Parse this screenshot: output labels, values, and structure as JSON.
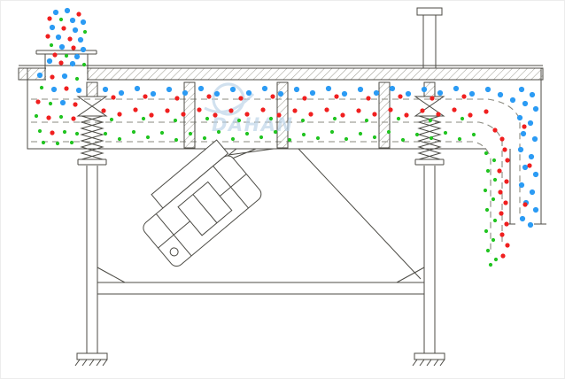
{
  "diagram": {
    "type": "linear-vibrating-screen-cross-section",
    "background": "#ffffff",
    "watermark": {
      "brand": "DAHAN"
    },
    "colors": {
      "coarse": "#2b9bf4",
      "medium": "#f01f1f",
      "fine": "#21c421",
      "line": "#4c4b45",
      "dash": "#8a897f",
      "watermark": "#b9d2e8"
    },
    "particle_radius": {
      "coarse": 3.1,
      "medium": 2.6,
      "fine": 2.1
    },
    "particles": {
      "feed_stream": [
        [
          62,
          13,
          "b"
        ],
        [
          75,
          11,
          "b"
        ],
        [
          88,
          15,
          "r"
        ],
        [
          55,
          20,
          "r"
        ],
        [
          68,
          21,
          "g"
        ],
        [
          81,
          22,
          "b"
        ],
        [
          93,
          24,
          "b"
        ],
        [
          58,
          30,
          "b"
        ],
        [
          71,
          31,
          "r"
        ],
        [
          84,
          33,
          "b"
        ],
        [
          95,
          35,
          "g"
        ],
        [
          53,
          40,
          "r"
        ],
        [
          65,
          41,
          "b"
        ],
        [
          78,
          43,
          "r"
        ],
        [
          90,
          44,
          "b"
        ],
        [
          57,
          50,
          "g"
        ],
        [
          69,
          52,
          "b"
        ],
        [
          82,
          53,
          "r"
        ],
        [
          93,
          55,
          "b"
        ],
        [
          61,
          61,
          "r"
        ],
        [
          74,
          62,
          "g"
        ],
        [
          86,
          63,
          "b"
        ],
        [
          55,
          68,
          "b"
        ],
        [
          68,
          70,
          "r"
        ],
        [
          81,
          71,
          "b"
        ],
        [
          94,
          72,
          "g"
        ]
      ],
      "feed_zone": [
        [
          44,
          84,
          "b"
        ],
        [
          58,
          86,
          "r"
        ],
        [
          72,
          85,
          "b"
        ],
        [
          86,
          88,
          "g"
        ],
        [
          46,
          98,
          "g"
        ],
        [
          60,
          100,
          "b"
        ],
        [
          74,
          99,
          "r"
        ],
        [
          88,
          101,
          "b"
        ],
        [
          42,
          114,
          "r"
        ],
        [
          56,
          116,
          "g"
        ],
        [
          70,
          115,
          "b"
        ],
        [
          84,
          117,
          "r"
        ],
        [
          40,
          130,
          "g"
        ],
        [
          54,
          132,
          "r"
        ],
        [
          68,
          131,
          "g"
        ],
        [
          82,
          133,
          "r"
        ],
        [
          44,
          147,
          "g"
        ],
        [
          58,
          149,
          "r"
        ],
        [
          72,
          148,
          "g"
        ],
        [
          86,
          150,
          "g"
        ],
        [
          48,
          160,
          "g"
        ],
        [
          64,
          161,
          "g"
        ],
        [
          80,
          160,
          "g"
        ]
      ],
      "deck_top": [
        [
          118,
          100,
          "b"
        ],
        [
          136,
          104,
          "b"
        ],
        [
          154,
          99,
          "b"
        ],
        [
          172,
          105,
          "b"
        ],
        [
          190,
          100,
          "b"
        ],
        [
          208,
          104,
          "b"
        ],
        [
          226,
          99,
          "b"
        ],
        [
          244,
          105,
          "b"
        ],
        [
          262,
          100,
          "b"
        ],
        [
          280,
          104,
          "b"
        ],
        [
          298,
          99,
          "b"
        ],
        [
          316,
          105,
          "b"
        ],
        [
          334,
          100,
          "b"
        ],
        [
          352,
          104,
          "b"
        ],
        [
          370,
          99,
          "b"
        ],
        [
          388,
          105,
          "b"
        ],
        [
          406,
          100,
          "b"
        ],
        [
          424,
          104,
          "b"
        ],
        [
          442,
          99,
          "b"
        ],
        [
          460,
          105,
          "b"
        ],
        [
          478,
          100,
          "b"
        ],
        [
          496,
          104,
          "b"
        ],
        [
          514,
          99,
          "b"
        ],
        [
          532,
          105,
          "b"
        ],
        [
          550,
          100,
          "b"
        ],
        [
          564,
          106,
          "b"
        ],
        [
          127,
          109,
          "r"
        ],
        [
          163,
          108,
          "r"
        ],
        [
          199,
          110,
          "r"
        ],
        [
          235,
          108,
          "r"
        ],
        [
          271,
          110,
          "r"
        ],
        [
          307,
          108,
          "r"
        ],
        [
          343,
          110,
          "r"
        ],
        [
          379,
          108,
          "r"
        ],
        [
          415,
          110,
          "r"
        ],
        [
          451,
          108,
          "r"
        ],
        [
          487,
          110,
          "r"
        ],
        [
          523,
          108,
          "r"
        ]
      ],
      "deck_middle": [
        [
          116,
          124,
          "r"
        ],
        [
          134,
          128,
          "r"
        ],
        [
          152,
          123,
          "r"
        ],
        [
          170,
          129,
          "r"
        ],
        [
          188,
          124,
          "r"
        ],
        [
          206,
          128,
          "r"
        ],
        [
          224,
          123,
          "r"
        ],
        [
          242,
          129,
          "r"
        ],
        [
          260,
          124,
          "r"
        ],
        [
          278,
          128,
          "r"
        ],
        [
          296,
          123,
          "r"
        ],
        [
          314,
          129,
          "r"
        ],
        [
          332,
          124,
          "r"
        ],
        [
          350,
          128,
          "r"
        ],
        [
          368,
          123,
          "r"
        ],
        [
          386,
          129,
          "r"
        ],
        [
          404,
          124,
          "r"
        ],
        [
          422,
          128,
          "r"
        ],
        [
          440,
          123,
          "r"
        ],
        [
          458,
          129,
          "r"
        ],
        [
          476,
          124,
          "r"
        ],
        [
          494,
          128,
          "r"
        ],
        [
          512,
          123,
          "r"
        ],
        [
          530,
          129,
          "r"
        ],
        [
          548,
          125,
          "r"
        ],
        [
          125,
          134,
          "g"
        ],
        [
          161,
          133,
          "g"
        ],
        [
          197,
          135,
          "g"
        ],
        [
          233,
          133,
          "g"
        ],
        [
          269,
          135,
          "g"
        ],
        [
          305,
          133,
          "g"
        ],
        [
          341,
          135,
          "g"
        ],
        [
          377,
          133,
          "g"
        ],
        [
          413,
          135,
          "g"
        ],
        [
          449,
          133,
          "g"
        ],
        [
          485,
          135,
          "g"
        ],
        [
          521,
          133,
          "g"
        ]
      ],
      "deck_bottom": [
        [
          118,
          150,
          "g"
        ],
        [
          134,
          156,
          "g"
        ],
        [
          150,
          148,
          "g"
        ],
        [
          166,
          154,
          "g"
        ],
        [
          182,
          149,
          "g"
        ],
        [
          198,
          157,
          "g"
        ],
        [
          214,
          150,
          "g"
        ],
        [
          230,
          155,
          "g"
        ],
        [
          246,
          148,
          "g"
        ],
        [
          262,
          156,
          "g"
        ],
        [
          278,
          150,
          "g"
        ],
        [
          294,
          154,
          "g"
        ],
        [
          310,
          148,
          "g"
        ],
        [
          326,
          157,
          "g"
        ],
        [
          342,
          151,
          "g"
        ],
        [
          358,
          155,
          "g"
        ],
        [
          374,
          148,
          "g"
        ],
        [
          390,
          156,
          "g"
        ],
        [
          406,
          150,
          "g"
        ],
        [
          422,
          154,
          "g"
        ],
        [
          438,
          148,
          "g"
        ],
        [
          454,
          157,
          "g"
        ],
        [
          470,
          151,
          "g"
        ],
        [
          486,
          155,
          "g"
        ],
        [
          502,
          149,
          "g"
        ],
        [
          518,
          156,
          "g"
        ],
        [
          534,
          151,
          "g"
        ]
      ],
      "discharge_coarse": [
        [
          578,
          112,
          "b"
        ],
        [
          588,
          100,
          "b"
        ],
        [
          600,
          106,
          "b"
        ],
        [
          592,
          116,
          "b"
        ],
        [
          604,
          122,
          "b"
        ],
        [
          586,
          132,
          "b"
        ],
        [
          598,
          138,
          "b"
        ],
        [
          590,
          150,
          "b"
        ],
        [
          603,
          156,
          "b"
        ],
        [
          587,
          168,
          "b"
        ],
        [
          599,
          176,
          "b"
        ],
        [
          592,
          188,
          "b"
        ],
        [
          604,
          196,
          "b"
        ],
        [
          588,
          208,
          "b"
        ],
        [
          600,
          216,
          "b"
        ],
        [
          593,
          228,
          "b"
        ],
        [
          604,
          236,
          "b"
        ],
        [
          589,
          246,
          "b"
        ],
        [
          598,
          253,
          "b"
        ],
        [
          591,
          142,
          "r"
        ],
        [
          597,
          186,
          "r"
        ],
        [
          592,
          230,
          "r"
        ]
      ],
      "discharge_medium": [
        [
          558,
          146,
          "r"
        ],
        [
          566,
          156,
          "r"
        ],
        [
          569,
          168,
          "r"
        ],
        [
          572,
          180,
          "r"
        ],
        [
          563,
          192,
          "r"
        ],
        [
          571,
          204,
          "r"
        ],
        [
          564,
          216,
          "r"
        ],
        [
          570,
          228,
          "r"
        ],
        [
          565,
          240,
          "r"
        ],
        [
          571,
          252,
          "r"
        ],
        [
          566,
          264,
          "r"
        ],
        [
          572,
          276,
          "r"
        ],
        [
          567,
          288,
          "r"
        ]
      ],
      "discharge_fine": [
        [
          548,
          172,
          "g"
        ],
        [
          557,
          180,
          "g"
        ],
        [
          550,
          192,
          "g"
        ],
        [
          558,
          202,
          "g"
        ],
        [
          547,
          214,
          "g"
        ],
        [
          556,
          224,
          "g"
        ],
        [
          549,
          236,
          "g"
        ],
        [
          558,
          248,
          "g"
        ],
        [
          548,
          260,
          "g"
        ],
        [
          556,
          270,
          "g"
        ],
        [
          550,
          282,
          "g"
        ],
        [
          559,
          292,
          "g"
        ],
        [
          553,
          298,
          "g"
        ]
      ]
    }
  }
}
